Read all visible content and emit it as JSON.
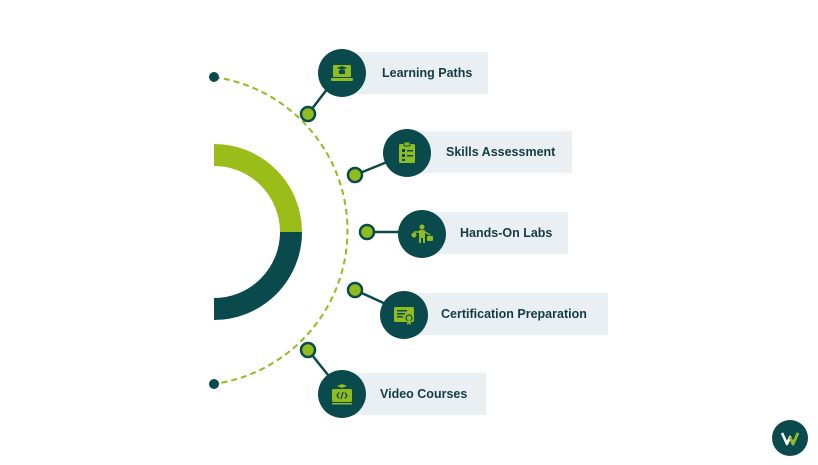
{
  "diagram": {
    "items": [
      {
        "label": "Learning Paths",
        "icon": "laptop-learning-icon"
      },
      {
        "label": "Skills Assessment",
        "icon": "clipboard-checklist-icon"
      },
      {
        "label": "Hands-On Labs",
        "icon": "robot-scale-icon"
      },
      {
        "label": "Certification Preparation",
        "icon": "certificate-icon"
      },
      {
        "label": "Video Courses",
        "icon": "video-code-icon"
      }
    ]
  },
  "colors": {
    "dark_teal": "#0b4a4c",
    "lime_green": "#8fbc1e",
    "label_bg": "#e9eff2",
    "text": "#143b45"
  },
  "logo": {
    "icon": "brand-w-logo-icon"
  }
}
